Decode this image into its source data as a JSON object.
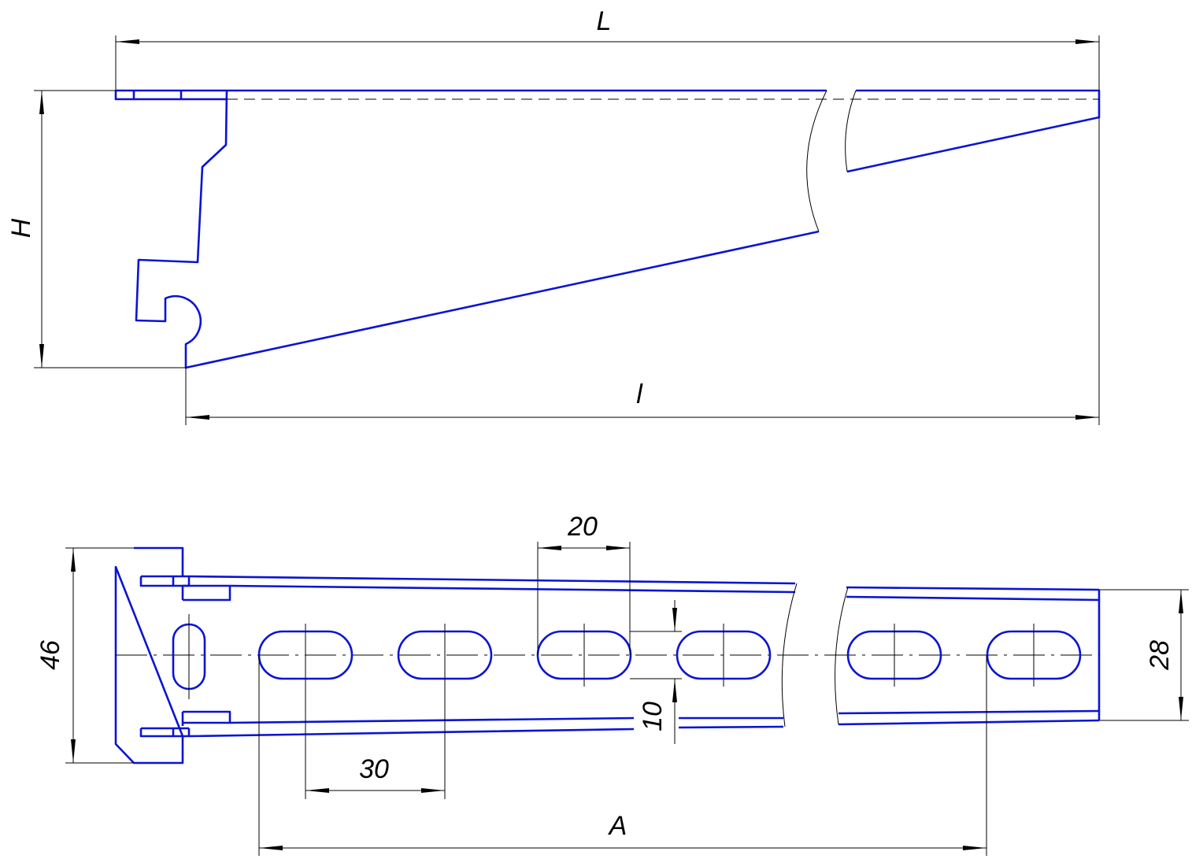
{
  "drawing": {
    "colors": {
      "outline": "#0a14d2",
      "dimension": "#000000"
    },
    "side_view": {
      "dimensions": {
        "overall_length": "L",
        "height": "H",
        "arm_length": "l"
      }
    },
    "plan_view": {
      "dimensions": {
        "slot_length": "20",
        "slot_width": "10",
        "slot_pitch": "30",
        "hole_span": "A",
        "plate_height": "46",
        "rail_width": "28"
      }
    }
  }
}
